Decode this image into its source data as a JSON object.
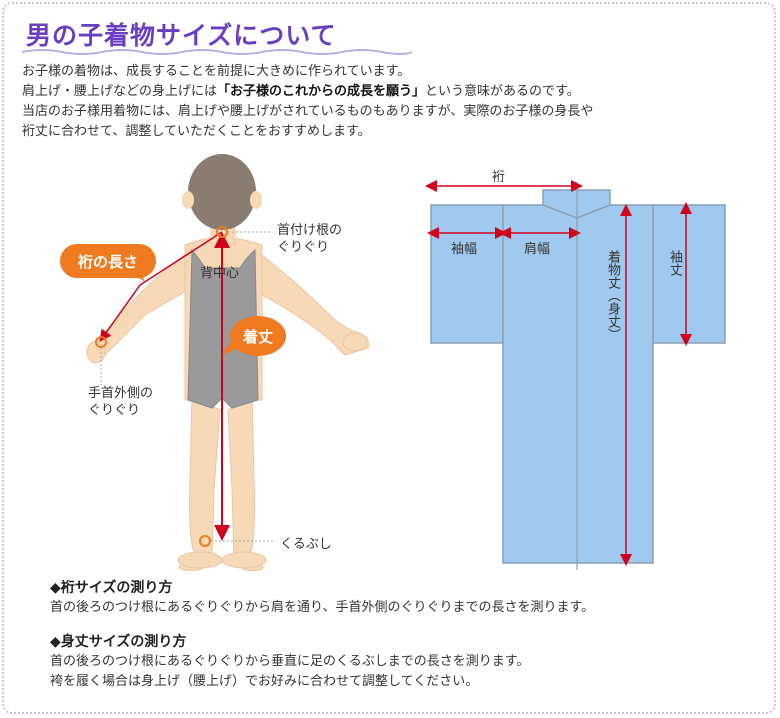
{
  "title": "男の子着物サイズについて",
  "intro": {
    "line1": "お子様の着物は、成長することを前提に大きめに作られています。",
    "line2_pre": "肩上げ・腰上げなどの身上げには",
    "line2_bold": "「お子様のこれからの成長を願う」",
    "line2_post": "という意味があるのです。",
    "line3": "当店のお子様用着物には、肩上げや腰上げがされているものもありますが、実際のお子様の身長や",
    "line4": "裄丈に合わせて、調整していただくことをおすすめします。"
  },
  "body_figure": {
    "yuki_badge": "裄の長さ",
    "kitake_badge": "着丈",
    "neck_label_1": "首付け根の",
    "neck_label_2": "ぐりぐり",
    "back_label": "背中心",
    "wrist_label_1": "手首外側の",
    "wrist_label_2": "ぐりぐり",
    "ankle_label": "くるぶし"
  },
  "kimono_figure": {
    "yuki": "裄",
    "sodehaba": "袖幅",
    "katahaba": "肩幅",
    "kitake": "着物丈（身丈）",
    "sodetake": "袖丈"
  },
  "howto": {
    "yuki_title": "◆裄サイズの測り方",
    "yuki_text": "首の後ろのつけ根にあるぐりぐりから肩を通り、手首外側のぐりぐりまでの長さを測ります。",
    "mitake_title": "◆身丈サイズの測り方",
    "mitake_text1": "首の後ろのつけ根にあるぐりぐりから垂直に足のくるぶしまでの長さを測ります。",
    "mitake_text2": "袴を履く場合は身上げ（腰上げ）でお好みに合わせて調整してください。"
  },
  "colors": {
    "title": "#6a3ec2",
    "badge": "#f07a1f",
    "arrow": "#d0021b",
    "kimono": "#9fc9ef",
    "kimono_line": "#8a9fb5",
    "skin": "#f7d9b8"
  }
}
